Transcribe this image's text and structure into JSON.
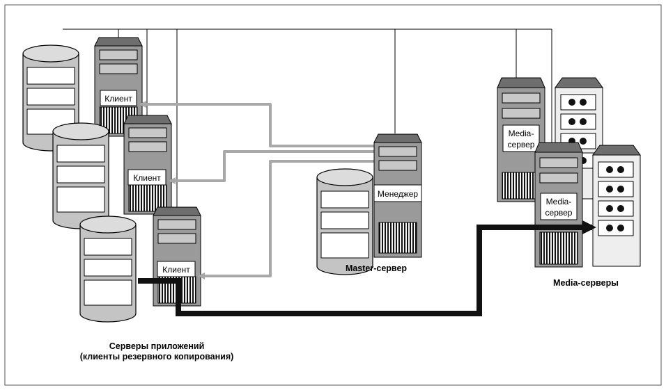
{
  "app_servers": {
    "caption_line1": "Серверы приложений",
    "caption_line2": "(клиенты резервного копирования)",
    "client_label": "Клиент"
  },
  "master": {
    "caption": "Master-сервер",
    "manager_label": "Менеджер"
  },
  "media": {
    "caption": "Media-серверы",
    "label_line1": "Media-",
    "label_line2": "сервер"
  },
  "colors": {
    "frame": "#555555",
    "tower_dark": "#6e6e6e",
    "tower_mid": "#9a9a9a",
    "tower_light": "#c8c8c8",
    "control_arrow": "#a8a8a8",
    "data_path": "#111111",
    "disk_body": "#c4c4c4",
    "library_body": "#eeeeee"
  }
}
